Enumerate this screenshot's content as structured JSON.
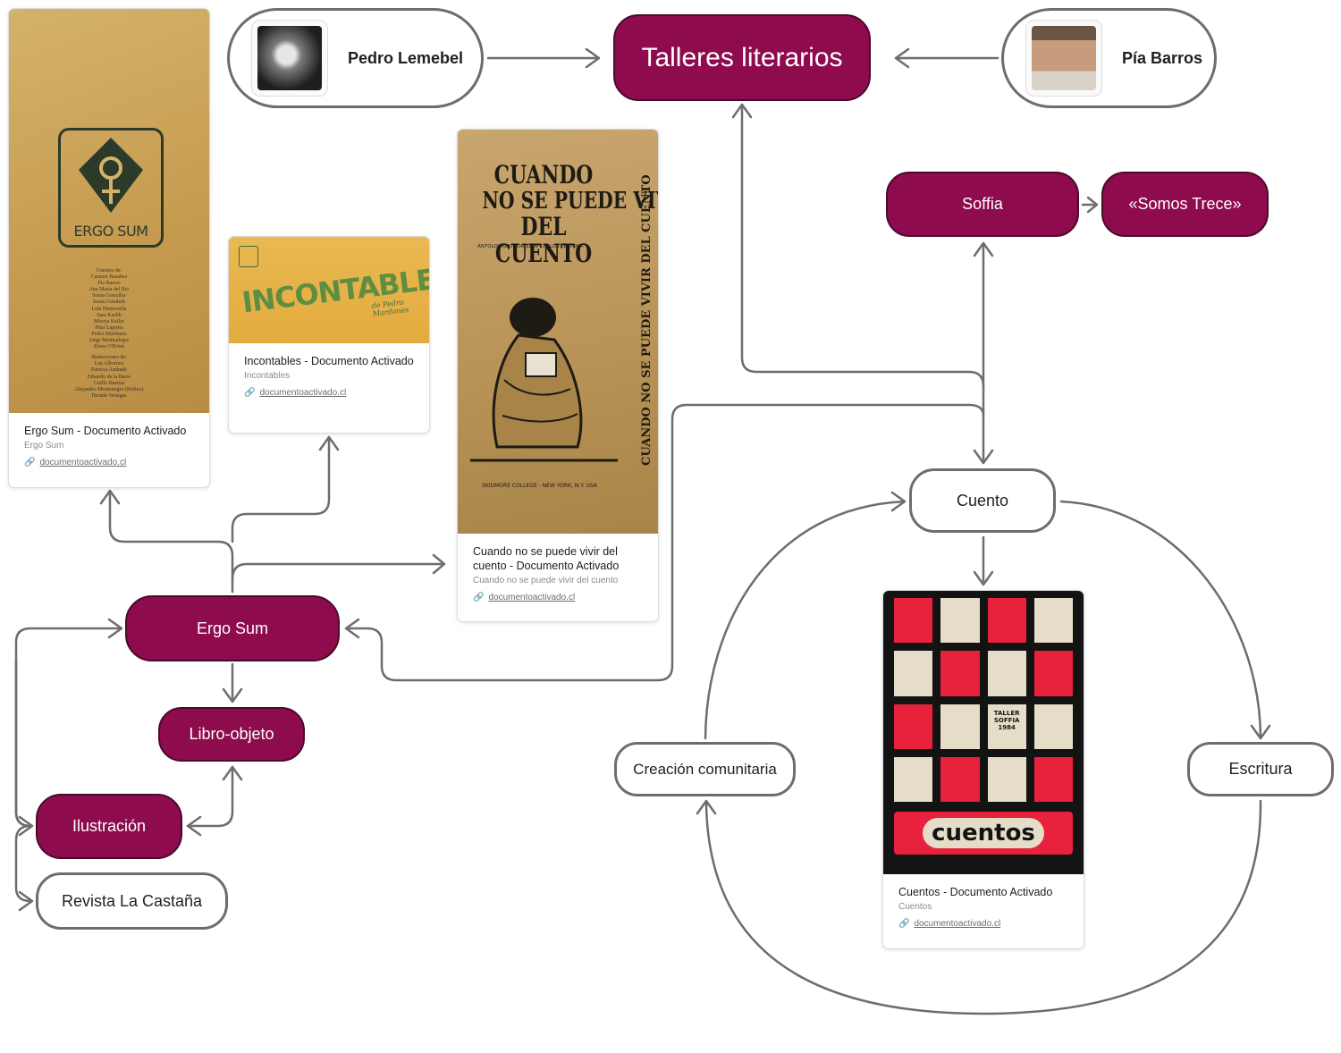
{
  "nodes": {
    "talleres": "Talleres literarios",
    "soffia": "Soffia",
    "somos_trece": "«Somos Trece»",
    "cuento": "Cuento",
    "creacion": "Creación comunitaria",
    "escritura": "Escritura",
    "ergo_sum": "Ergo Sum",
    "libro_objeto": "Libro-objeto",
    "ilustracion": "Ilustración",
    "revista": "Revista La Castaña"
  },
  "people": {
    "pedro": "Pedro Lemebel",
    "pia": "Pía Barros"
  },
  "cards": {
    "ergo": {
      "cover_title": "ERGO SUM",
      "cover_lines": [
        "Cuentos de:",
        "Carmen Basañez",
        "Pía Barros",
        "Ana María del Río",
        "Sonia González",
        "Sonia Guralnik",
        "Lula Hermosilla",
        "Sara Karlik",
        "Mireya Keller",
        "Pilar Laporta",
        "Pedro Mardones",
        "Jorge Montealegre",
        "Elena O'Brien",
        "Ilustraciones de:",
        "Luz Albornoz",
        "Patricia Andrade",
        "Eduardo de la Barra",
        "Guillo Bastías",
        "Alejandro Montenegro (Rufino)",
        "Hernán Venegas"
      ],
      "title": "Ergo Sum - Documento Activado",
      "subtitle": "Ergo Sum",
      "link": "documentoactivado.cl"
    },
    "incontables": {
      "cover_title": "INCONTABLES",
      "cover_author": "de Pedro Mardones",
      "title": "Incontables - Documento Activado",
      "subtitle": "Incontables",
      "link": "documentoactivado.cl"
    },
    "cuando": {
      "cover_title": [
        "CUANDO",
        "NO SE PUEDE VIVIR",
        "DEL CUENTO"
      ],
      "cover_sub": "ANTOLOGADO POR JUAN CARLOS LÉRTORA",
      "cover_spine": "CUANDO NO SE PUEDE VIVIR DEL CUENTO",
      "cover_foot": "SKIDMORE COLLEGE - NEW YORK, N.Y. USA",
      "title": "Cuando no se puede vivir del cuento - Documento Activado",
      "subtitle": "Cuando no se puede vivir del cuento",
      "link": "documentoactivado.cl"
    },
    "cuentos": {
      "cover_title": "cuentos",
      "cover_tag": [
        "TALLER",
        "SOFFIA",
        "1984"
      ],
      "title": "Cuentos - Documento Activado",
      "subtitle": "Cuentos",
      "link": "documentoactivado.cl"
    }
  },
  "colors": {
    "accent": "#8e0b4d",
    "accent_border": "#4a0a2c",
    "connector": "#6d6d6d",
    "outline": "#6d6d6d"
  }
}
